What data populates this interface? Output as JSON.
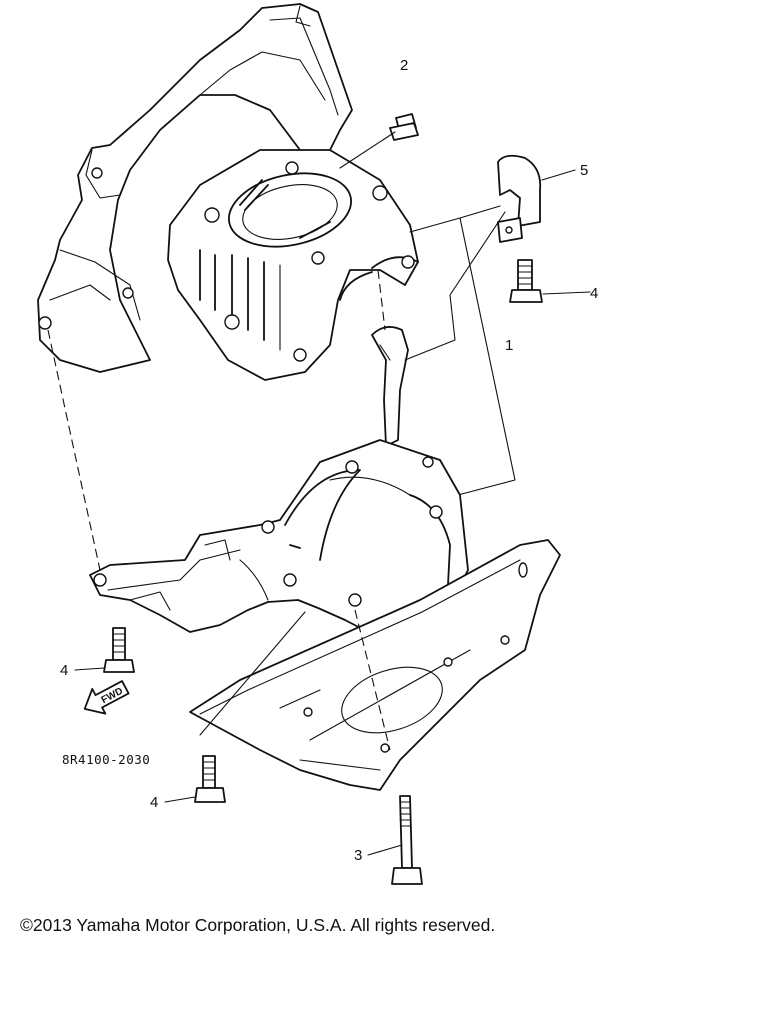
{
  "diagram": {
    "callouts": {
      "c1": "1",
      "c2": "2",
      "c3": "3",
      "c4a": "4",
      "c4b": "4",
      "c4c": "4",
      "c5": "5"
    },
    "part_code": "8R4100-2030",
    "fwd_label": "FWD",
    "icons": [
      "fwd-arrow-icon"
    ]
  },
  "footer": {
    "copyright": "©2013 Yamaha Motor Corporation, U.S.A. All rights reserved."
  }
}
